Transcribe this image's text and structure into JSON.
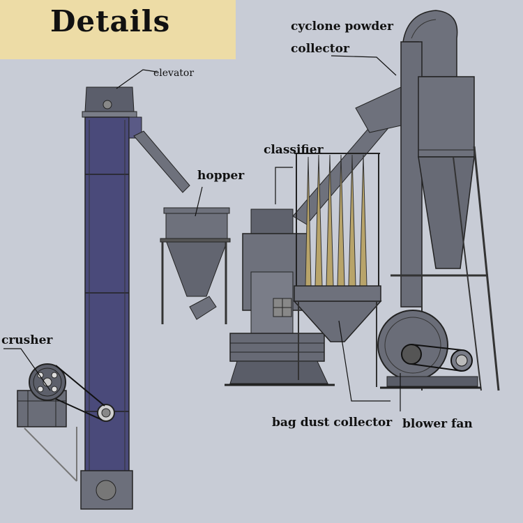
{
  "title": "Details",
  "labels": {
    "elevator": "elevator",
    "cyclone_line1": "cyclone powder",
    "cyclone_line2": "collector",
    "classifier": "classifier",
    "hopper": "hopper",
    "crusher": "crusher",
    "bag_dust_collector": "bag dust collector",
    "blower_fan": "blower fan"
  },
  "colors": {
    "background": "#c8ccd6",
    "banner": "#eddca6",
    "elevator_body": "#4a4a7a",
    "machine_grey": "#6e717c",
    "cone_yellow": "#b8a46a"
  }
}
